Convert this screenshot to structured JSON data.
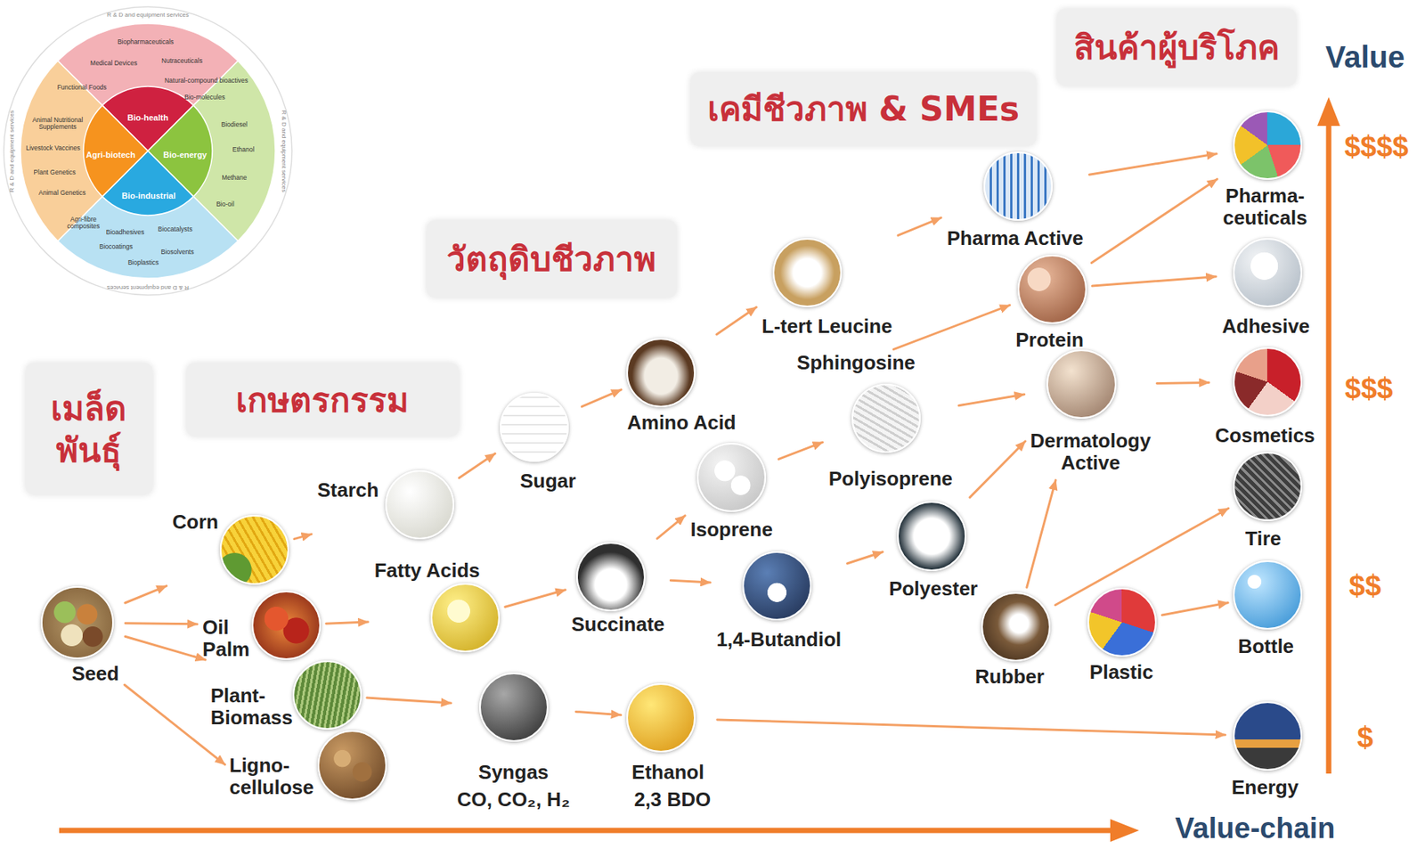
{
  "diagram": {
    "nodes": [
      {
        "text": [
          "สินค้าผู้บริโภค"
        ]
      },
      {
        "text": [
          "เคมีชีวภาพ & SMEs"
        ]
      },
      {
        "text": [
          "วัตถุดิบชีวภาพ"
        ]
      },
      {
        "text": [
          "เกษตรกรรม"
        ]
      },
      {
        "text": [
          "เมล็ด พันธุ์"
        ]
      },
      {
        "text": [
          "Seed"
        ]
      },
      {
        "text": [
          "Corn"
        ]
      },
      {
        "text": [
          "Oil Palm"
        ]
      },
      {
        "text": [
          "Plant- Biomass"
        ]
      },
      {
        "text": [
          "Ligno- cellulose"
        ]
      },
      {
        "text": [
          "Starch"
        ]
      },
      {
        "text": [
          "Fatty Acids"
        ]
      },
      {
        "text": [
          "Sugar"
        ]
      },
      {
        "text": [
          "Syngas",
          "CO, CO₂, H₂"
        ]
      },
      {
        "text": [
          "Succinate"
        ]
      },
      {
        "text": [
          "Ethanol",
          "2,3 BDO"
        ]
      },
      {
        "text": [
          "Amino Acid"
        ]
      },
      {
        "text": [
          "Isoprene"
        ]
      },
      {
        "text": [
          "1,4-Butandiol"
        ]
      },
      {
        "text": [
          "L-tert Leucine"
        ]
      },
      {
        "text": [
          "Sphingosine"
        ]
      },
      {
        "text": [
          "Polyisoprene"
        ]
      },
      {
        "text": [
          "Polyester"
        ]
      },
      {
        "text": [
          "Pharma Active"
        ]
      },
      {
        "text": [
          "Protein"
        ]
      },
      {
        "text": [
          "Dermatology Active"
        ]
      },
      {
        "text": [
          "Rubber"
        ]
      },
      {
        "text": [
          "Plastic"
        ]
      },
      {
        "text": [
          "Pharma- ceuticals"
        ]
      },
      {
        "text": [
          "Adhesive"
        ]
      },
      {
        "text": [
          "Cosmetics"
        ]
      },
      {
        "text": [
          "Tire"
        ]
      },
      {
        "text": [
          "Bottle"
        ]
      },
      {
        "text": [
          "Energy"
        ]
      }
    ],
    "edges": [
      {
        "from": 5,
        "to": 6,
        "arrow": "to"
      },
      {
        "from": 5,
        "to": 7,
        "arrow": "to"
      },
      {
        "from": 5,
        "to": 8,
        "arrow": "to"
      },
      {
        "from": 5,
        "to": 9,
        "arrow": "to"
      },
      {
        "from": 6,
        "to": 10,
        "arrow": "to"
      },
      {
        "from": 10,
        "to": 12,
        "arrow": "to"
      },
      {
        "from": 12,
        "to": 16,
        "arrow": "to"
      },
      {
        "from": 16,
        "to": 19,
        "arrow": "to"
      },
      {
        "from": 19,
        "to": 23,
        "arrow": "to"
      },
      {
        "from": 23,
        "to": 28,
        "arrow": "to"
      },
      {
        "from": 7,
        "to": 11,
        "arrow": "to"
      },
      {
        "from": 11,
        "to": 14,
        "arrow": "to"
      },
      {
        "from": 14,
        "to": 17,
        "arrow": "to"
      },
      {
        "from": 14,
        "to": 18,
        "arrow": "to"
      },
      {
        "from": 17,
        "to": 21,
        "arrow": "to"
      },
      {
        "from": 21,
        "to": 25,
        "arrow": "to"
      },
      {
        "from": 20,
        "to": 24,
        "arrow": "to"
      },
      {
        "from": 18,
        "to": 22,
        "arrow": "to"
      },
      {
        "from": 22,
        "to": 25,
        "arrow": "to"
      },
      {
        "from": 26,
        "to": 25,
        "arrow": "to"
      },
      {
        "from": 26,
        "to": 31,
        "arrow": "to"
      },
      {
        "from": 27,
        "to": 32,
        "arrow": "to"
      },
      {
        "from": 24,
        "to": 28,
        "arrow": "to"
      },
      {
        "from": 24,
        "to": 29,
        "arrow": "to"
      },
      {
        "from": 25,
        "to": 30,
        "arrow": "to"
      },
      {
        "from": 8,
        "to": 13,
        "arrow": "to"
      },
      {
        "from": 13,
        "to": 15,
        "arrow": "to"
      },
      {
        "from": 15,
        "to": 33,
        "arrow": "to"
      }
    ],
    "labels": [
      "Value",
      "$$$$",
      "$$$",
      "$$",
      "$",
      "Value-chain",
      "R & D and equipment services",
      "R & D and equipment services",
      "R & D and equipment services",
      "R & D and equipment services",
      "Biopharmaceuticals",
      "Medical Devices",
      "Nutraceuticals",
      "Functional Foods",
      "Natural-compound bioactives",
      "Bio-molecules",
      "Bio-health",
      "Animal Nutritional Supplements",
      "Livestock Vaccines",
      "Plant Genetics",
      "Animal Genetics",
      "Agri-fibre composites",
      "Agri-biotech",
      "Bio-energy",
      "Biodiesel",
      "Ethanol",
      "Methane",
      "Bio-oil",
      "Bio-industrial",
      "Bioadhesives",
      "Biocatalysts",
      "Biocoatings",
      "Biosolvents",
      "Bioplastics"
    ]
  }
}
